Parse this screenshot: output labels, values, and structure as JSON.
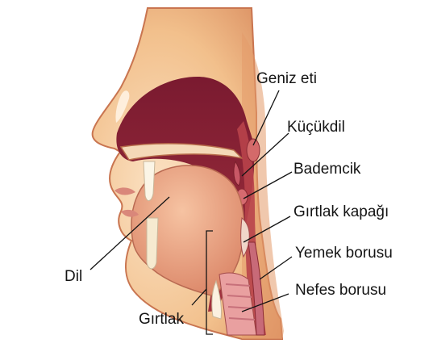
{
  "labels": {
    "geniz_eti": "Geniz eti",
    "kucukdil": "Küçükdil",
    "bademcik": "Bademcik",
    "girtlak_kapagi": "Gırtlak kapağı",
    "yemek_borusu": "Yemek borusu",
    "nefes_borusu": "Nefes borusu",
    "dil": "Dil",
    "girtlak": "Gırtlak"
  },
  "colors": {
    "background": "#ffffff",
    "skin": "#f2c08c",
    "mouth_cavity": "#8b1f35",
    "tongue": "#e79f7e",
    "leader_line": "#141414"
  }
}
